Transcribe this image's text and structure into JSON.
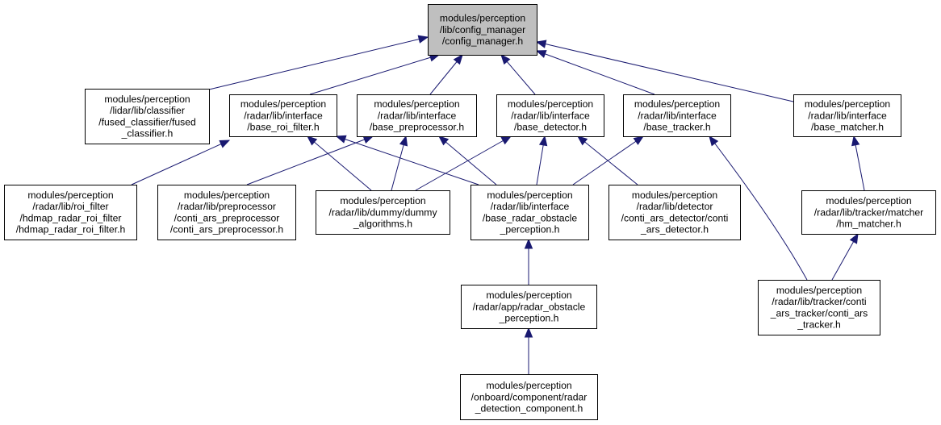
{
  "colors": {
    "edge": "#191970",
    "root_fill": "#bfbfbf",
    "node_fill": "#ffffff",
    "border": "#000000"
  },
  "nodes": [
    {
      "id": "config_manager",
      "root": true,
      "lines": [
        "modules/perception",
        "/lib/config_manager",
        "/config_manager.h"
      ]
    },
    {
      "id": "fused_classifier",
      "lines": [
        "modules/perception",
        "/lidar/lib/classifier",
        "/fused_classifier/fused",
        "_classifier.h"
      ]
    },
    {
      "id": "base_roi_filter",
      "lines": [
        "modules/perception",
        "/radar/lib/interface",
        "/base_roi_filter.h"
      ]
    },
    {
      "id": "base_preprocessor",
      "lines": [
        "modules/perception",
        "/radar/lib/interface",
        "/base_preprocessor.h"
      ]
    },
    {
      "id": "base_detector",
      "lines": [
        "modules/perception",
        "/radar/lib/interface",
        "/base_detector.h"
      ]
    },
    {
      "id": "base_tracker",
      "lines": [
        "modules/perception",
        "/radar/lib/interface",
        "/base_tracker.h"
      ]
    },
    {
      "id": "base_matcher",
      "lines": [
        "modules/perception",
        "/radar/lib/interface",
        "/base_matcher.h"
      ]
    },
    {
      "id": "hdmap_radar_roi_filter",
      "lines": [
        "modules/perception",
        "/radar/lib/roi_filter",
        "/hdmap_radar_roi_filter",
        "/hdmap_radar_roi_filter.h"
      ]
    },
    {
      "id": "conti_ars_preprocessor",
      "lines": [
        "modules/perception",
        "/radar/lib/preprocessor",
        "/conti_ars_preprocessor",
        "/conti_ars_preprocessor.h"
      ]
    },
    {
      "id": "dummy_algorithms",
      "lines": [
        "modules/perception",
        "/radar/lib/dummy/dummy",
        "_algorithms.h"
      ]
    },
    {
      "id": "base_radar_obstacle_perception",
      "lines": [
        "modules/perception",
        "/radar/lib/interface",
        "/base_radar_obstacle",
        "_perception.h"
      ]
    },
    {
      "id": "conti_ars_detector",
      "lines": [
        "modules/perception",
        "/radar/lib/detector",
        "/conti_ars_detector/conti",
        "_ars_detector.h"
      ]
    },
    {
      "id": "hm_matcher",
      "lines": [
        "modules/perception",
        "/radar/lib/tracker/matcher",
        "/hm_matcher.h"
      ]
    },
    {
      "id": "radar_obstacle_perception",
      "lines": [
        "modules/perception",
        "/radar/app/radar_obstacle",
        "_perception.h"
      ]
    },
    {
      "id": "conti_ars_tracker",
      "lines": [
        "modules/perception",
        "/radar/lib/tracker/conti",
        "_ars_tracker/conti_ars",
        "_tracker.h"
      ]
    },
    {
      "id": "radar_detection_component",
      "lines": [
        "modules/perception",
        "/onboard/component/radar",
        "_detection_component.h"
      ]
    }
  ],
  "edges": [
    {
      "from": "fused_classifier",
      "to": "config_manager"
    },
    {
      "from": "base_roi_filter",
      "to": "config_manager"
    },
    {
      "from": "base_preprocessor",
      "to": "config_manager"
    },
    {
      "from": "base_detector",
      "to": "config_manager"
    },
    {
      "from": "base_tracker",
      "to": "config_manager"
    },
    {
      "from": "base_matcher",
      "to": "config_manager"
    },
    {
      "from": "hdmap_radar_roi_filter",
      "to": "base_roi_filter"
    },
    {
      "from": "dummy_algorithms",
      "to": "base_roi_filter"
    },
    {
      "from": "base_radar_obstacle_perception",
      "to": "base_roi_filter"
    },
    {
      "from": "conti_ars_preprocessor",
      "to": "base_preprocessor"
    },
    {
      "from": "dummy_algorithms",
      "to": "base_preprocessor"
    },
    {
      "from": "base_radar_obstacle_perception",
      "to": "base_preprocessor"
    },
    {
      "from": "dummy_algorithms",
      "to": "base_detector"
    },
    {
      "from": "base_radar_obstacle_perception",
      "to": "base_detector"
    },
    {
      "from": "conti_ars_detector",
      "to": "base_detector"
    },
    {
      "from": "base_radar_obstacle_perception",
      "to": "base_tracker"
    },
    {
      "from": "conti_ars_tracker",
      "to": "base_tracker"
    },
    {
      "from": "hm_matcher",
      "to": "base_matcher"
    },
    {
      "from": "conti_ars_tracker",
      "to": "hm_matcher"
    },
    {
      "from": "radar_obstacle_perception",
      "to": "base_radar_obstacle_perception"
    },
    {
      "from": "radar_detection_component",
      "to": "radar_obstacle_perception"
    }
  ]
}
